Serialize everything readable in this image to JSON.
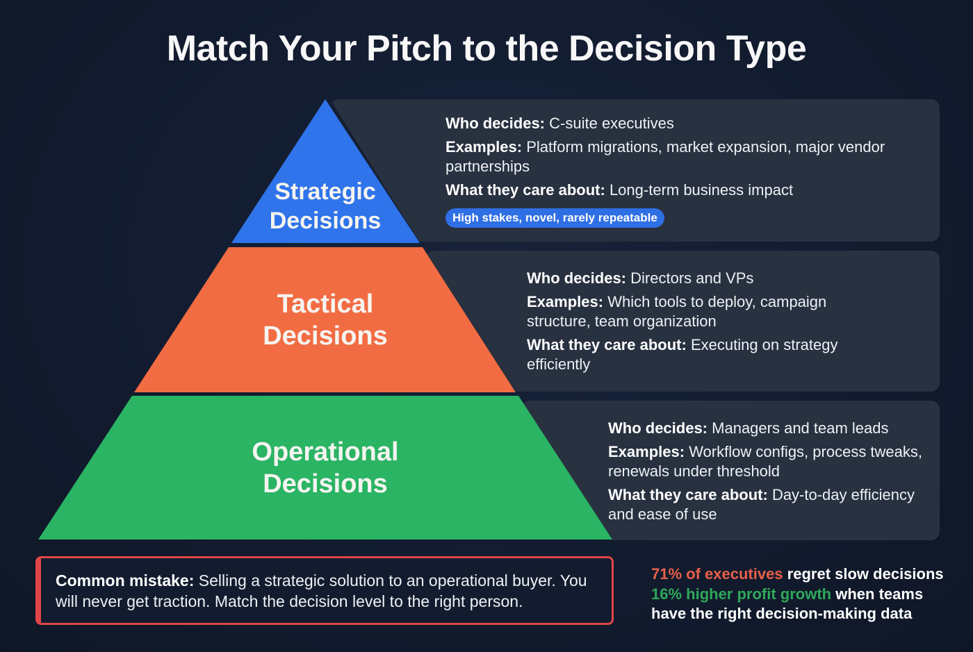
{
  "title": "Match Your Pitch to the Decision Type",
  "colors": {
    "background": "#131c2e",
    "panel": "#283140",
    "strategic": "#2f74ea",
    "tactical": "#f26c43",
    "operational": "#2ab464",
    "tag": "#2f6fe4",
    "mistake_border": "#e04646",
    "stat_red": "#e8604a",
    "stat_green": "#2ea85a"
  },
  "tiers": [
    {
      "id": "strategic",
      "label_line1": "Strategic",
      "label_line2": "Decisions",
      "who_label": "Who decides:",
      "who_value": "C-suite executives",
      "examples_label": "Examples:",
      "examples_value": "Platform migrations, market expansion, major vendor partnerships",
      "care_label": "What they care about:",
      "care_value": "Long-term business impact",
      "tag": "High stakes, novel, rarely repeatable"
    },
    {
      "id": "tactical",
      "label_line1": "Tactical",
      "label_line2": "Decisions",
      "who_label": "Who decides:",
      "who_value": "Directors and VPs",
      "examples_label": "Examples:",
      "examples_value": "Which tools to deploy, campaign structure, team organization",
      "care_label": "What they care about:",
      "care_value": "Executing on strategy efficiently"
    },
    {
      "id": "operational",
      "label_line1": "Operational",
      "label_line2": "Decisions",
      "who_label": "Who decides:",
      "who_value": "Managers and team leads",
      "examples_label": "Examples:",
      "examples_value": "Workflow configs, process tweaks, renewals under threshold",
      "care_label": "What they care about:",
      "care_value": "Day-to-day efficiency and ease of use"
    }
  ],
  "mistake": {
    "label": "Common mistake:",
    "text": "Selling a strategic solution to an operational buyer. You will never get traction. Match the decision level to the right person."
  },
  "stats": [
    {
      "highlight": "71% of executives",
      "rest": "regret slow decisions",
      "color": "red"
    },
    {
      "highlight": "16% higher profit growth",
      "rest": "when teams have the right decision-making data",
      "color": "green"
    }
  ]
}
